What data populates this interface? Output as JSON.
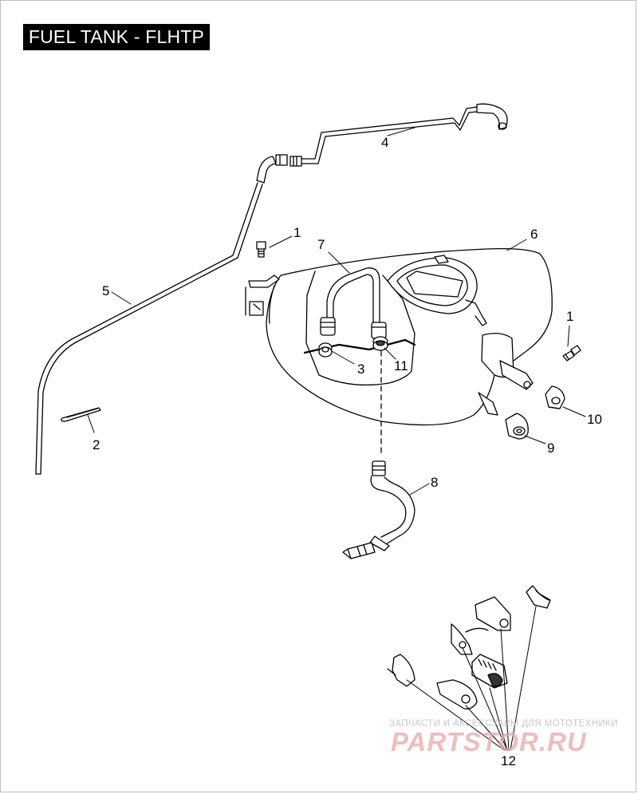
{
  "header": {
    "title": "FUEL TANK - FLHTP"
  },
  "callouts": {
    "c1a": "1",
    "c1b": "1",
    "c2": "2",
    "c3": "3",
    "c4": "4",
    "c5": "5",
    "c6": "6",
    "c7": "7",
    "c8": "8",
    "c9": "9",
    "c10": "10",
    "c11": "11",
    "c12": "12"
  },
  "watermark": {
    "tagline": "ЗАПЧАСТИ И АКСЕССУАРЫ ДЛЯ МОТОТЕХНИКИ",
    "logo": "PARTSTOR.RU",
    "logo_color": "#e8a9a9"
  }
}
